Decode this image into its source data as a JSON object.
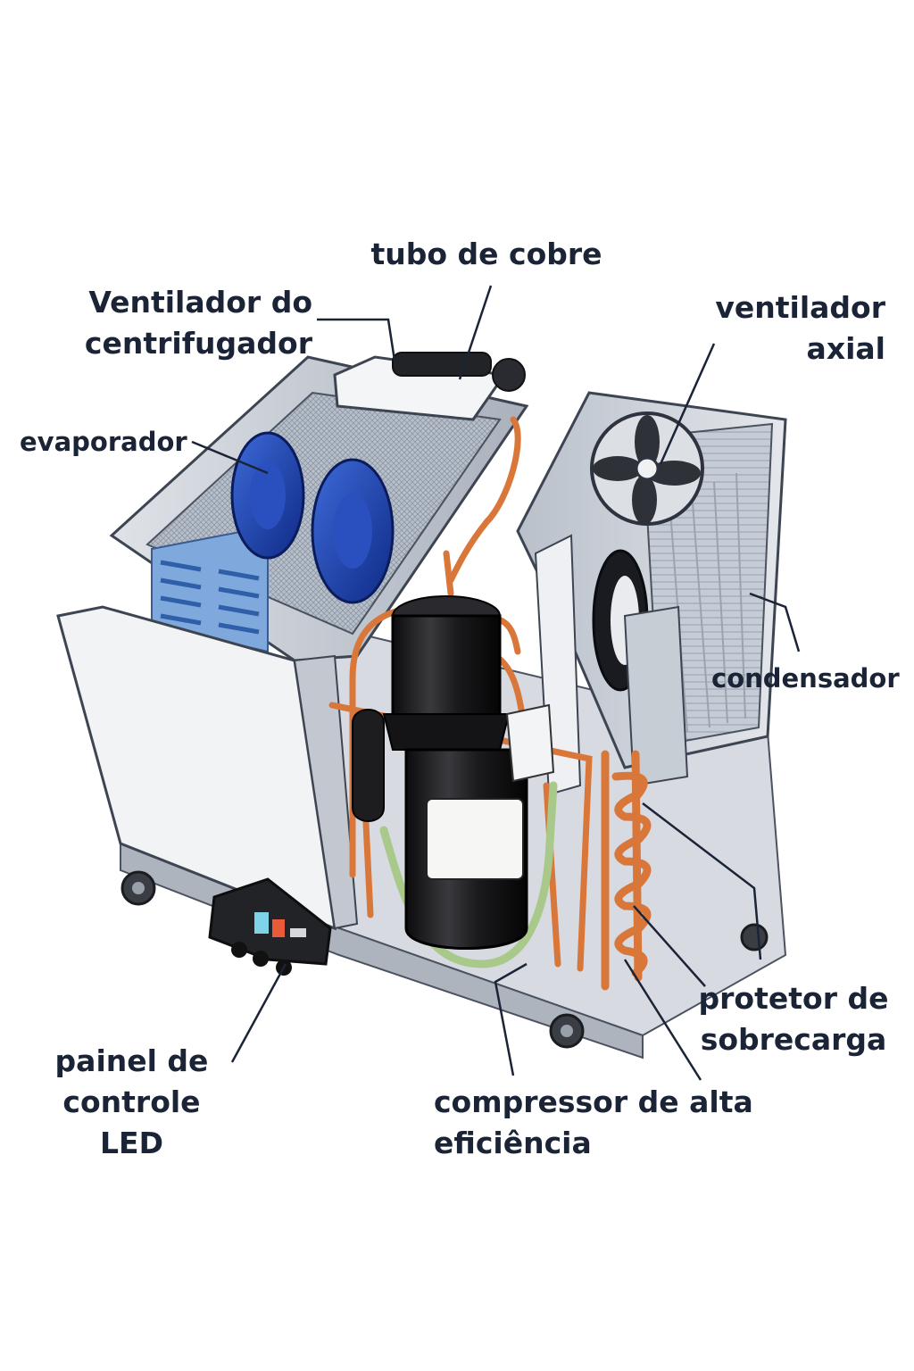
{
  "labels": {
    "tubo_de_cobre": "tubo de cobre",
    "ventilador_centrifugador": [
      "Ventilador do",
      "centrifugador"
    ],
    "ventilador_axial": [
      "ventilador",
      "axial"
    ],
    "evaporador": "evaporador",
    "condensador": "condensador",
    "protetor_de_sobrecarga": [
      "protetor de",
      "sobrecarga"
    ],
    "compressor": [
      "compressor de alta",
      "eficiência"
    ],
    "painel_de_controle": [
      "painel de",
      "controle",
      "LED"
    ]
  },
  "colors": {
    "label_text": "#1a2436",
    "leader_line": "#1a2436",
    "copper": "#d9773a",
    "compressor_body": "#1e1e20",
    "housing_metal": "#c9ced6",
    "fan_blue": "#1d3fa8",
    "panel_white": "#f2f3f5",
    "green_hose": "#a9c98a",
    "coil_blue": "#5a8fd0"
  }
}
